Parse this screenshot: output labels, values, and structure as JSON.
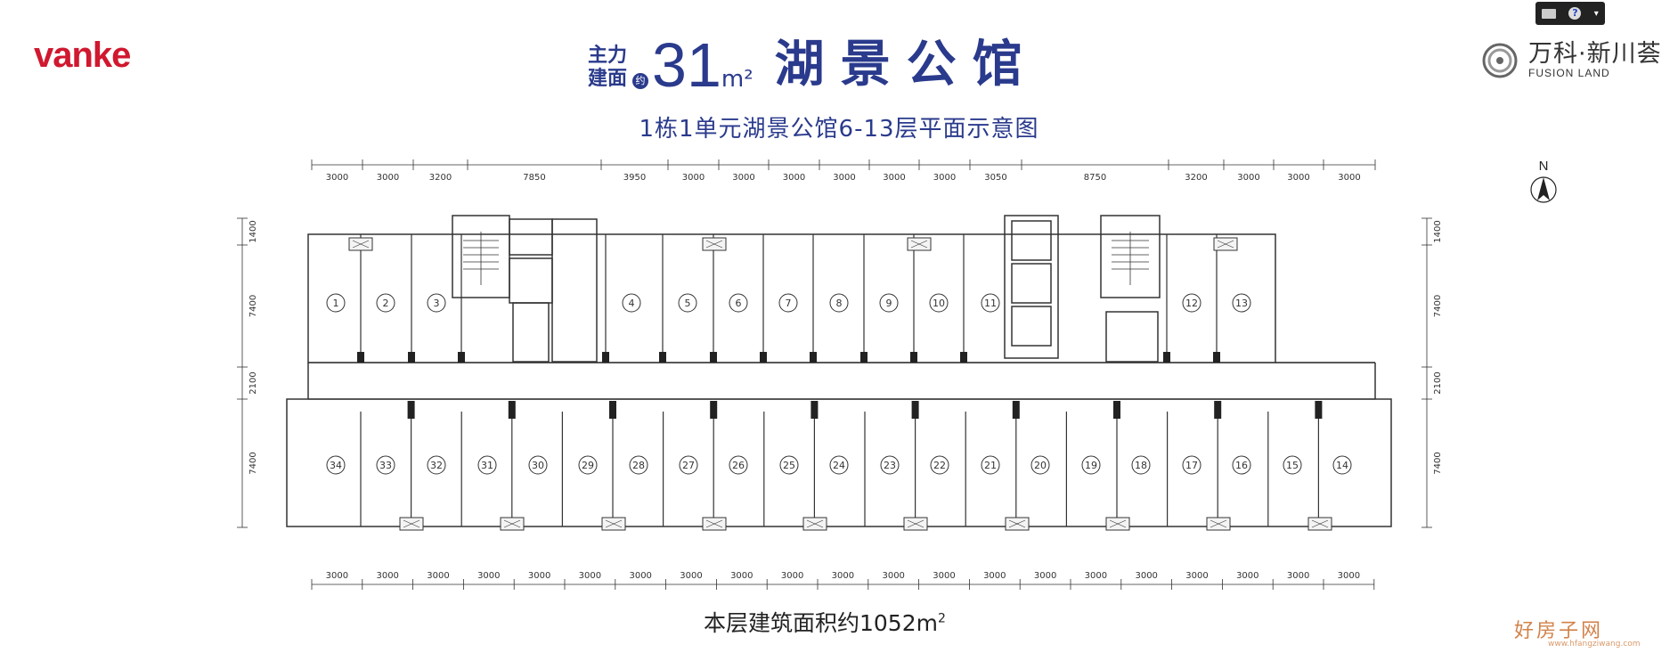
{
  "header": {
    "brand": "vanke",
    "label_line1": "主力",
    "label_line2": "建面",
    "approx": "约",
    "area_number": "31",
    "area_unit": "m²",
    "title": "湖景公馆",
    "subtitle": "1栋1单元湖景公馆6-13层平面示意图"
  },
  "project_logo": {
    "name_cn": "万科·新川荟",
    "name_en": "FUSION LAND"
  },
  "toolbar": {
    "help": "?",
    "menu": "▾"
  },
  "compass": {
    "label": "N"
  },
  "dimensions": {
    "top": [
      "3000",
      "3000",
      "3200",
      "7850",
      "3950",
      "3000",
      "3000",
      "3000",
      "3000",
      "3000",
      "3000",
      "3050",
      "8750",
      "3200",
      "3000",
      "3000",
      "3000"
    ],
    "bottom": [
      "3000",
      "3000",
      "3000",
      "3000",
      "3000",
      "3000",
      "3000",
      "3000",
      "3000",
      "3000",
      "3000",
      "3000",
      "3000",
      "3000",
      "3000",
      "3000",
      "3000",
      "3000",
      "3000",
      "3000",
      "3000"
    ],
    "left": [
      "1400",
      "7400",
      "2100",
      "7400"
    ],
    "right": [
      "1400",
      "7400",
      "2100",
      "7400"
    ]
  },
  "units_north": [
    "1",
    "2",
    "3",
    "4",
    "5",
    "6",
    "7",
    "8",
    "9",
    "10",
    "11",
    "12",
    "13"
  ],
  "units_south": [
    "34",
    "33",
    "32",
    "31",
    "30",
    "29",
    "28",
    "27",
    "26",
    "25",
    "24",
    "23",
    "22",
    "21",
    "20",
    "19",
    "18",
    "17",
    "16",
    "15",
    "14"
  ],
  "footer": {
    "area_note": "本层建筑面积约1052m",
    "area_sup": "2"
  },
  "watermark": {
    "text": "好房子网",
    "sub": "www.hfangziwang.com"
  }
}
